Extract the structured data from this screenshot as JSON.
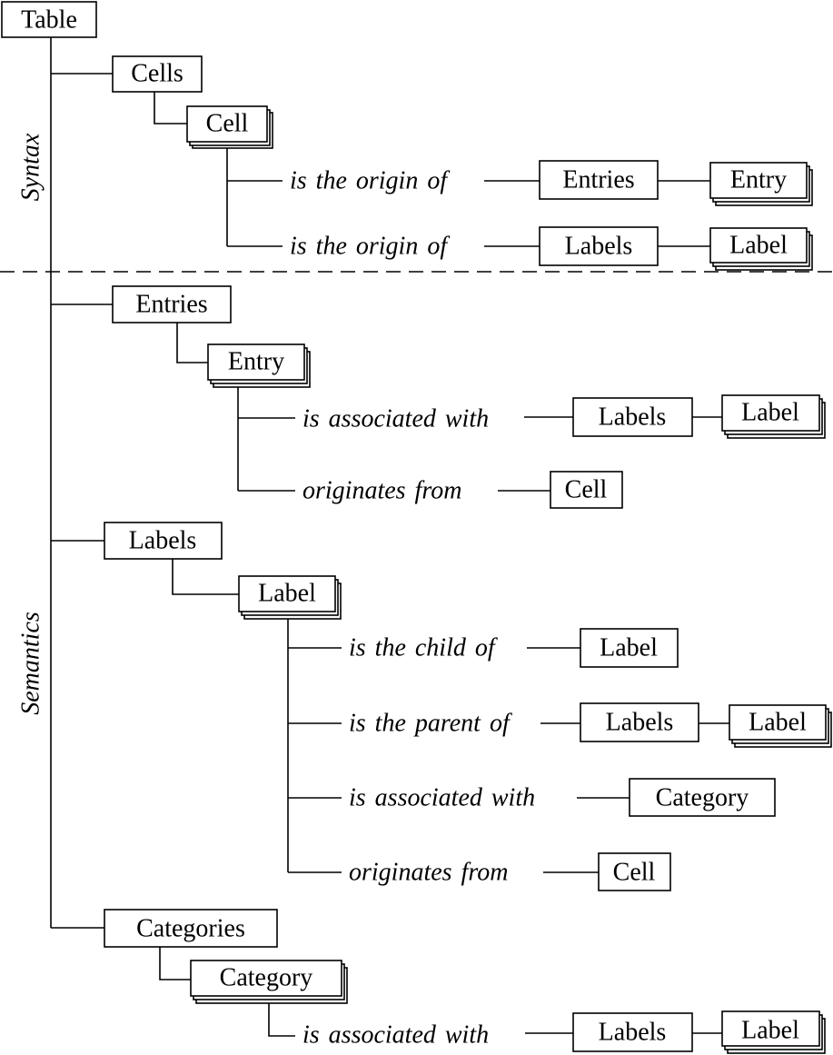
{
  "sections": {
    "syntax": "Syntax",
    "semantics": "Semantics"
  },
  "nodes": {
    "table": "Table",
    "cells": "Cells",
    "cell": "Cell",
    "cell_entries": "Entries",
    "cell_entry": "Entry",
    "cell_labels": "Labels",
    "cell_label": "Label",
    "entries": "Entries",
    "entry": "Entry",
    "entry_labels": "Labels",
    "entry_label": "Label",
    "entry_cell": "Cell",
    "labels": "Labels",
    "label": "Label",
    "child_label": "Label",
    "parent_labels": "Labels",
    "parent_label": "Label",
    "label_category": "Category",
    "label_cell": "Cell",
    "categories": "Categories",
    "category": "Category",
    "category_labels": "Labels",
    "category_label": "Label"
  },
  "relations": {
    "cell_origin_entries": "is the origin of",
    "cell_origin_labels": "is the origin of",
    "entry_associated": "is associated with",
    "entry_originates": "originates from",
    "label_child": "is the child of",
    "label_parent": "is the parent of",
    "label_associated": "is associated with",
    "label_originates": "originates from",
    "category_associated": "is associated with"
  }
}
